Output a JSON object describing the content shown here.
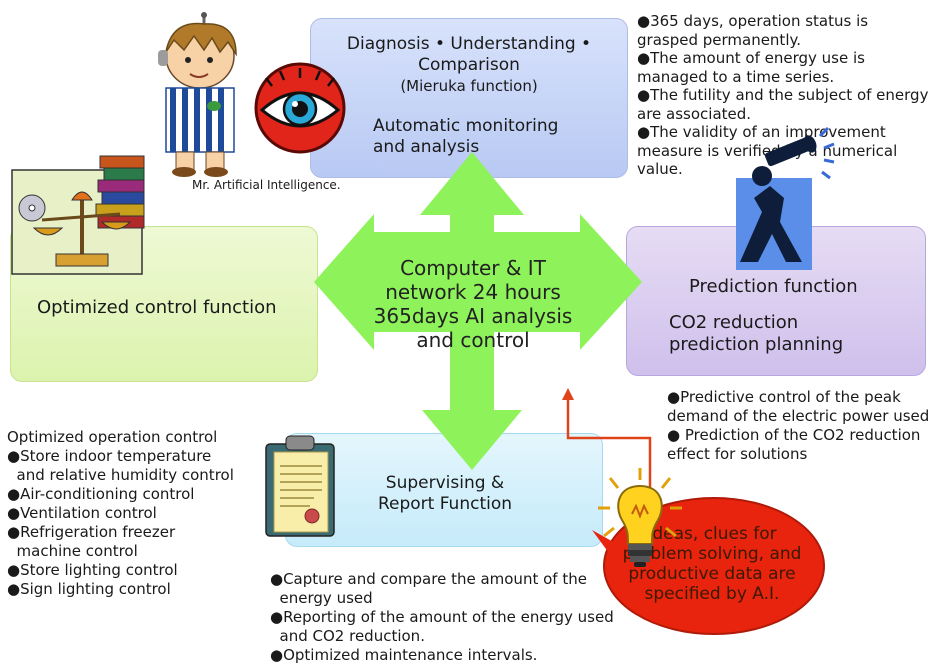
{
  "diagnosis": {
    "title_lines": [
      "Diagnosis • Understanding •",
      "Comparison",
      "(Mieruka function)"
    ],
    "sub_lines": [
      "Automatic monitoring",
      "and analysis"
    ]
  },
  "ai_character_caption": "Mr. Artificial Intelligence.",
  "diagnosis_notes": [
    "●365 days, operation status is",
    "grasped permanently.",
    "●The amount of energy use is",
    "managed to a time series.",
    "●The futility and the subject of energy",
    "are associated.",
    "●The validity of an improvement",
    "measure is verified by a numerical",
    "value."
  ],
  "optimized": {
    "title": "Optimized control function"
  },
  "center": {
    "lines": [
      "Computer & IT",
      "network 24 hours",
      "365days AI analysis",
      "and control"
    ]
  },
  "prediction": {
    "title": "Prediction function",
    "sub_lines": [
      "CO2 reduction",
      "prediction planning"
    ]
  },
  "prediction_notes": [
    "●Predictive control of the peak",
    "demand of the electric power used",
    "● Prediction of the CO2 reduction",
    "effect for solutions"
  ],
  "optimized_notes": [
    "Optimized operation control",
    "●Store indoor temperature",
    "  and relative humidity control",
    "●Air-conditioning control",
    "●Ventilation control",
    "●Refrigeration freezer",
    "  machine control",
    "●Store lighting control",
    "●Sign lighting control"
  ],
  "supervising": {
    "title_lines": [
      "Supervising &",
      "Report Function"
    ]
  },
  "supervising_notes": [
    "●Capture and compare the amount of the",
    "  energy used",
    "●Reporting of the amount of the energy used",
    "  and CO2 reduction.",
    "●Optimized maintenance intervals."
  ],
  "ideas": {
    "lines": [
      "Ideas, clues for",
      "problem solving, and",
      "productive data are",
      "specified by A.I."
    ]
  },
  "colors": {
    "cross_arrow": "#8ef25a",
    "ideas_bubble": "#e8230e",
    "feedback_arrow": "#e0431a"
  },
  "icons": [
    "ai-character-icon",
    "eye-icon",
    "scale-books-icon",
    "telescope-person-icon",
    "clipboard-icon",
    "lightbulb-icon"
  ]
}
